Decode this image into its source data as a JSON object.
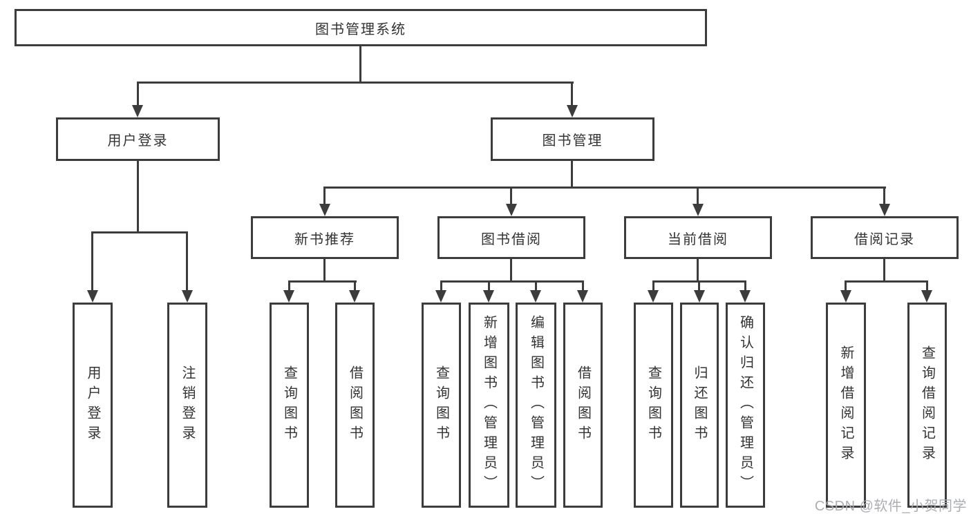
{
  "title": {
    "label": "图书管理系统"
  },
  "level2": [
    {
      "id": "user-login",
      "label": "用户登录"
    },
    {
      "id": "book-management",
      "label": "图书管理"
    }
  ],
  "level3": [
    {
      "id": "new-book-recommendation",
      "label": "新书推荐",
      "parent": "图书管理"
    },
    {
      "id": "book-borrowing",
      "label": "图书借阅",
      "parent": "图书管理"
    },
    {
      "id": "current-borrowing",
      "label": "当前借阅",
      "parent": "图书管理"
    },
    {
      "id": "borrowing-records",
      "label": "借阅记录",
      "parent": "图书管理"
    }
  ],
  "leaves": [
    {
      "id": "user-login-action",
      "label": "用户登录",
      "parent": "用户登录"
    },
    {
      "id": "logout-action",
      "label": "注销登录",
      "parent": "用户登录"
    },
    {
      "id": "query-books-recommend",
      "label": "查询图书",
      "parent": "新书推荐"
    },
    {
      "id": "borrow-books-recommend",
      "label": "借阅图书",
      "parent": "新书推荐"
    },
    {
      "id": "query-books-borrow",
      "label": "查询图书",
      "parent": "图书借阅"
    },
    {
      "id": "add-book-admin",
      "label": "新增图书（管理员）",
      "parent": "图书借阅"
    },
    {
      "id": "edit-book-admin",
      "label": "编辑图书（管理员）",
      "parent": "图书借阅"
    },
    {
      "id": "borrow-books-action",
      "label": "借阅图书",
      "parent": "图书借阅"
    },
    {
      "id": "query-books-current",
      "label": "查询图书",
      "parent": "当前借阅"
    },
    {
      "id": "return-books",
      "label": "归还图书",
      "parent": "当前借阅"
    },
    {
      "id": "confirm-return-admin",
      "label": "确认归还（管理员）",
      "parent": "当前借阅"
    },
    {
      "id": "add-borrow-record",
      "label": "新增借阅记录",
      "parent": "借阅记录"
    },
    {
      "id": "query-borrow-record",
      "label": "查询借阅记录",
      "parent": "借阅记录"
    }
  ],
  "watermark": {
    "label": "CSDN @软件_小贺同学"
  },
  "colors": {
    "line": "#3c3c3c",
    "text": "#333333",
    "background": "#ffffff",
    "watermark": "#a8aaaf"
  }
}
